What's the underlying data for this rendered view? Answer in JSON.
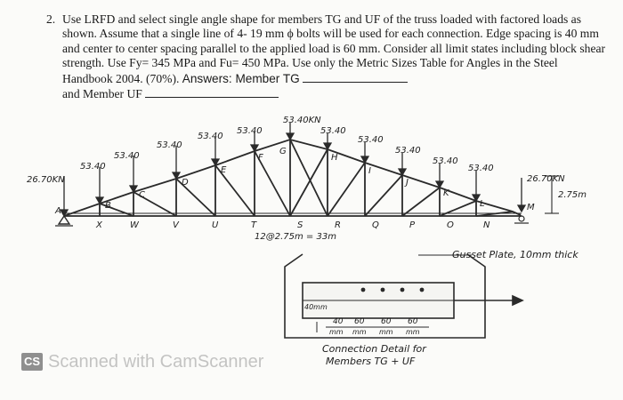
{
  "problem": {
    "number": "2.",
    "text": "Use LRFD and select single angle shape for members TG and UF of the truss loaded with factored loads as shown. Assume that a single line of 4- 19 mm ϕ bolts will be used for each connection. Edge spacing is 40 mm and center to center spacing parallel to the applied load is 60 mm. Consider all limit states including block shear strength. Use Fy= 345 MPa and Fu= 450 MPa. Use only the Metric Sizes Table for Angles in the Steel Handbook 2004. (70%).",
    "answer_label_1": "Answers: Member TG",
    "answer_label_2": "and Member UF"
  },
  "truss": {
    "load_top": "53.40KN",
    "load_side": "53.40",
    "load_end_left": "26.70KN",
    "load_end_right": "26.70KN",
    "height": "2.75m",
    "span_text": "12@2.75m = 33m",
    "support_left": "A",
    "top_chord_labels": [
      "B",
      "C",
      "D",
      "E",
      "F",
      "G",
      "H",
      "I",
      "J",
      "K",
      "L",
      "M"
    ],
    "bottom_chord_labels": [
      "X",
      "W",
      "V",
      "U",
      "T",
      "S",
      "R",
      "Q",
      "P",
      "O",
      "N"
    ]
  },
  "connection": {
    "gusset_label": "Gusset Plate, 10mm thick",
    "edge_label": "40mm",
    "spacing_labels": [
      "40",
      "60",
      "60",
      "60"
    ],
    "unit_labels": [
      "mm",
      "mm",
      "mm",
      "mm"
    ],
    "caption_line1": "Connection Detail for",
    "caption_line2": "Members TG + UF"
  },
  "watermark": {
    "logo": "CS",
    "text": "Scanned with CamScanner"
  }
}
